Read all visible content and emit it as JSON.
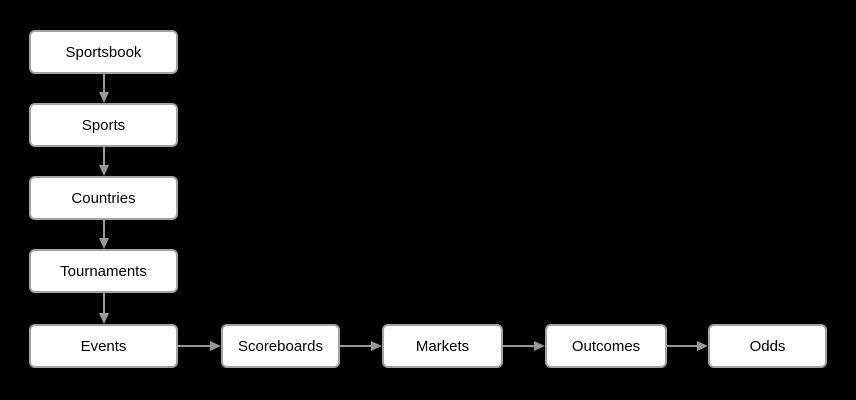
{
  "diagram": {
    "type": "flowchart",
    "background_color": "#000000",
    "node_fill_color": "#ffffff",
    "node_border_color": "#a3a3a3",
    "node_text_color": "#000000",
    "arrow_color": "#999999"
  },
  "nodes": [
    {
      "label": "Sportsbook"
    },
    {
      "label": "Sports"
    },
    {
      "label": "Countries"
    },
    {
      "label": "Tournaments"
    },
    {
      "label": "Events"
    },
    {
      "label": "Scoreboards"
    },
    {
      "label": "Markets"
    },
    {
      "label": "Outcomes"
    },
    {
      "label": "Odds"
    }
  ],
  "edges": [
    {
      "from": "Sportsbook",
      "to": "Sports",
      "direction": "down"
    },
    {
      "from": "Sports",
      "to": "Countries",
      "direction": "down"
    },
    {
      "from": "Countries",
      "to": "Tournaments",
      "direction": "down"
    },
    {
      "from": "Tournaments",
      "to": "Events",
      "direction": "down"
    },
    {
      "from": "Events",
      "to": "Scoreboards",
      "direction": "right"
    },
    {
      "from": "Scoreboards",
      "to": "Markets",
      "direction": "right"
    },
    {
      "from": "Markets",
      "to": "Outcomes",
      "direction": "right"
    },
    {
      "from": "Outcomes",
      "to": "Odds",
      "direction": "right"
    }
  ]
}
